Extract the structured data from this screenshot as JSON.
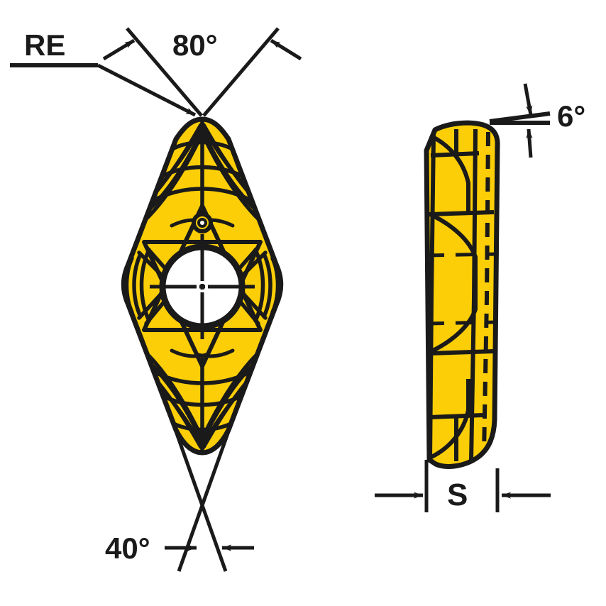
{
  "drawing": {
    "title": "Rhombic cutting insert dimension drawing",
    "colors": {
      "insert_fill": "#FBCE07",
      "insert_fill_shade": "#E8BC05",
      "line": "#1A1A1A",
      "background": "#FFFFFF",
      "hole_fill": "#FFFFFF"
    },
    "views": [
      {
        "id": "top-view",
        "name": "top-view-insert",
        "description": "Rhombic insert face view"
      },
      {
        "id": "side-view",
        "name": "side-view-insert",
        "description": "Insert side profile showing thickness"
      }
    ]
  },
  "annotations": {
    "corner_radius": {
      "label": "RE",
      "name": "corner-radius-label",
      "meaning": "corner radius leader pointing to top nose radius"
    },
    "point_angle_top": {
      "label": "80°",
      "name": "point-angle-80-label",
      "value": 80,
      "unit": "degrees"
    },
    "point_angle_bottom": {
      "label": "40°",
      "name": "point-angle-40-label",
      "value": 40,
      "unit": "degrees"
    },
    "clearance_angle": {
      "label": "6°",
      "name": "clearance-angle-6-label",
      "value": 6,
      "unit": "degrees"
    },
    "thickness": {
      "label": "S",
      "name": "thickness-label",
      "meaning": "insert thickness dimension"
    }
  }
}
